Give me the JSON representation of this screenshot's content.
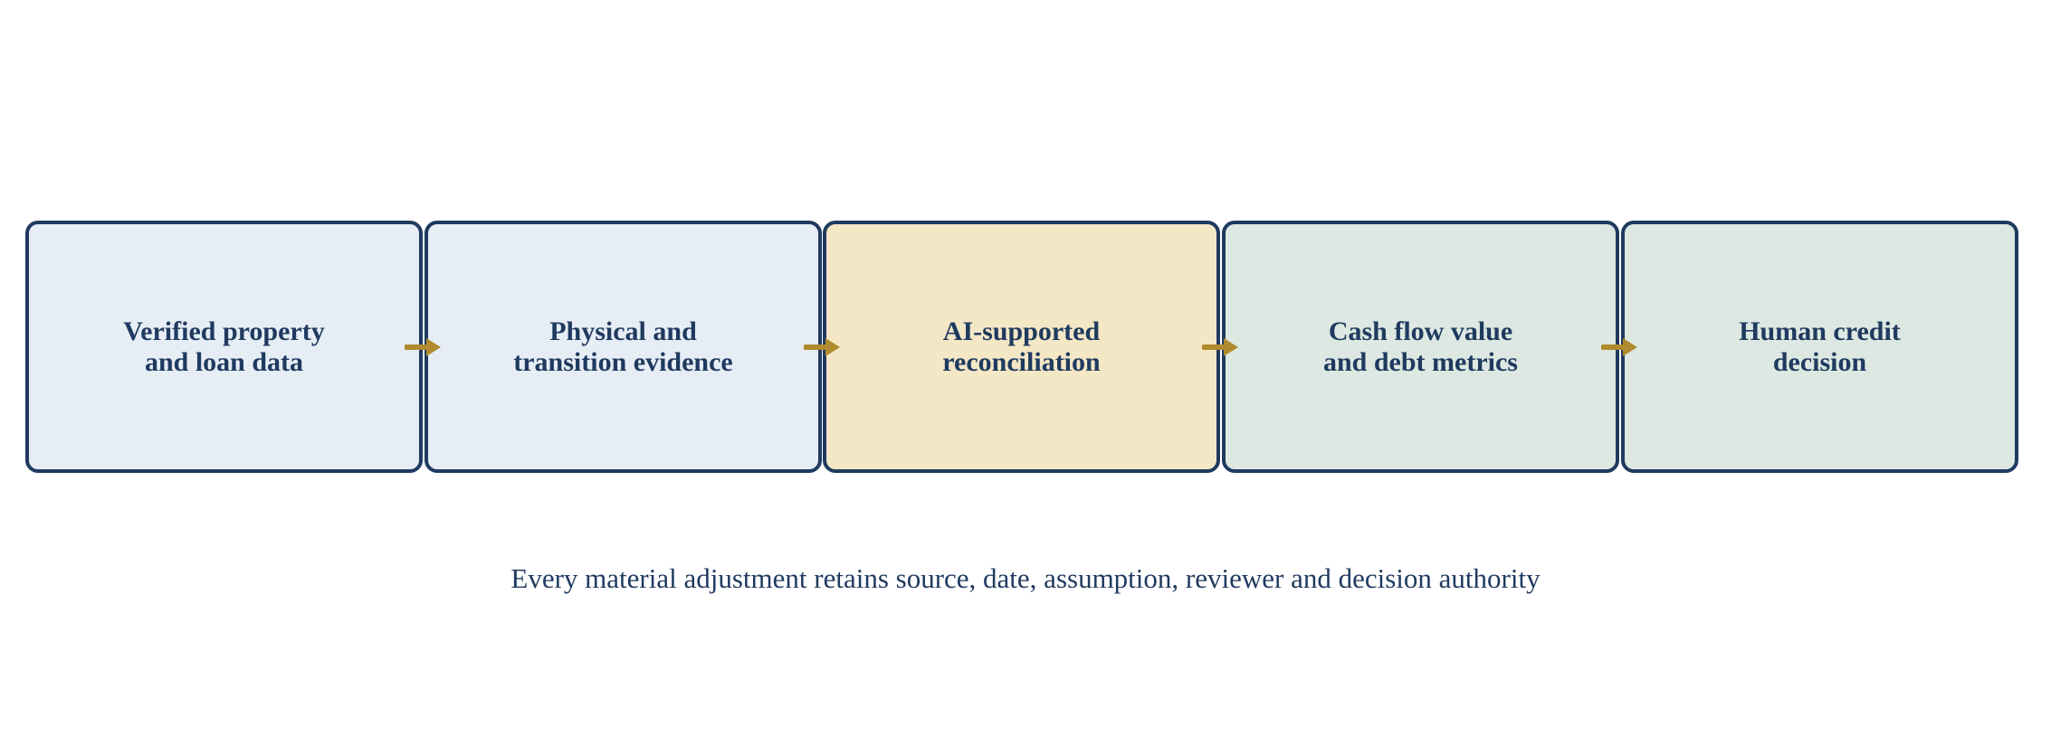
{
  "steps": [
    {
      "label": "Verified property\nand loan data"
    },
    {
      "label": "Physical and\ntransition evidence"
    },
    {
      "label": "AI-supported\nreconciliation"
    },
    {
      "label": "Cash flow value\nand debt metrics"
    },
    {
      "label": "Human credit\ndecision"
    }
  ],
  "footnote": "Every material adjustment retains source, date, assumption, reviewer and decision authority",
  "colors": {
    "border": "#1f3a5f",
    "text": "#1f3a5f",
    "arrow": "#b08a2e",
    "input_fill": "#e6edf5",
    "ai_fill": "#f3e7c6",
    "output_fill": "#dce8e1"
  }
}
